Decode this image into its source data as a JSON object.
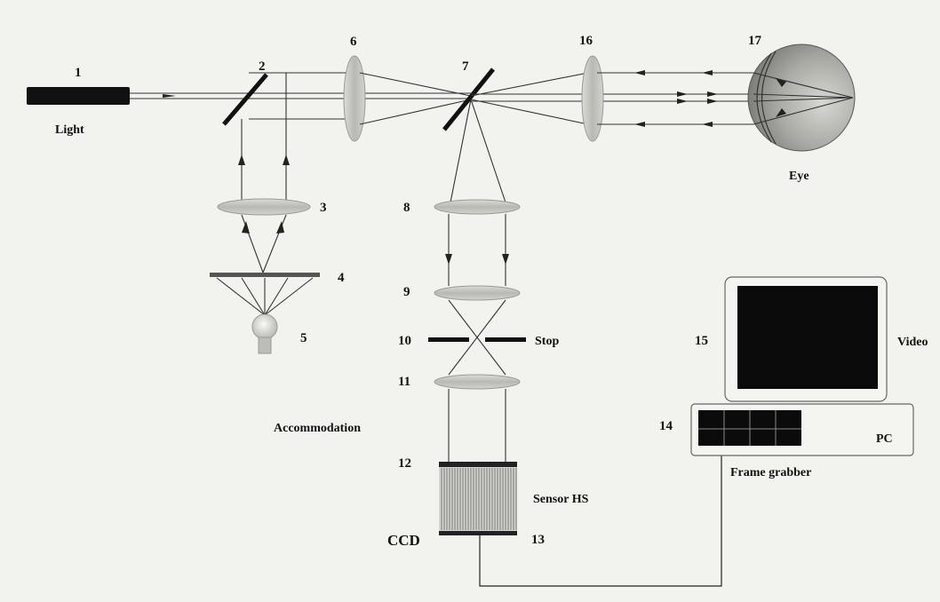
{
  "components": {
    "n1": "1",
    "n2": "2",
    "n3": "3",
    "n4": "4",
    "n5": "5",
    "n6": "6",
    "n7": "7",
    "n8": "8",
    "n9": "9",
    "n10": "10",
    "n11": "11",
    "n12": "12",
    "n13": "13",
    "n14": "14",
    "n15": "15",
    "n16": "16",
    "n17": "17"
  },
  "labels": {
    "light": "Light",
    "eye": "Eye",
    "stop": "Stop",
    "accommodation": "Accommodation",
    "sensor": "Sensor HS",
    "ccd": "CCD",
    "frame_grabber": "Frame grabber",
    "pc": "PC",
    "video": "Video"
  }
}
